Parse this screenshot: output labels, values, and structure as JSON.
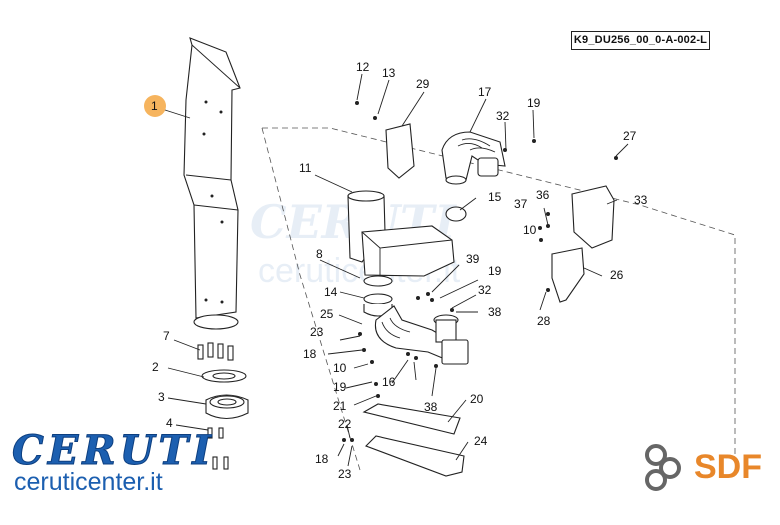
{
  "diagram_code": "K9_DU256_00_0-A-002-L",
  "brand": {
    "name": "CERUTI",
    "website": "ceruticenter.it",
    "partner": "SDF"
  },
  "colors": {
    "highlight": "#f5a742",
    "brand_blue": "#1c5fb0",
    "sdf_orange": "#e8872a",
    "line": "#222222"
  },
  "callouts": [
    "1",
    "2",
    "3",
    "4",
    "7",
    "8",
    "10",
    "10",
    "11",
    "12",
    "13",
    "14",
    "15",
    "16",
    "17",
    "18",
    "18",
    "19",
    "19",
    "19",
    "20",
    "21",
    "22",
    "23",
    "23",
    "24",
    "25",
    "26",
    "27",
    "28",
    "29",
    "32",
    "32",
    "33",
    "36",
    "37",
    "38",
    "38",
    "39"
  ],
  "highlighted_callout": "1"
}
